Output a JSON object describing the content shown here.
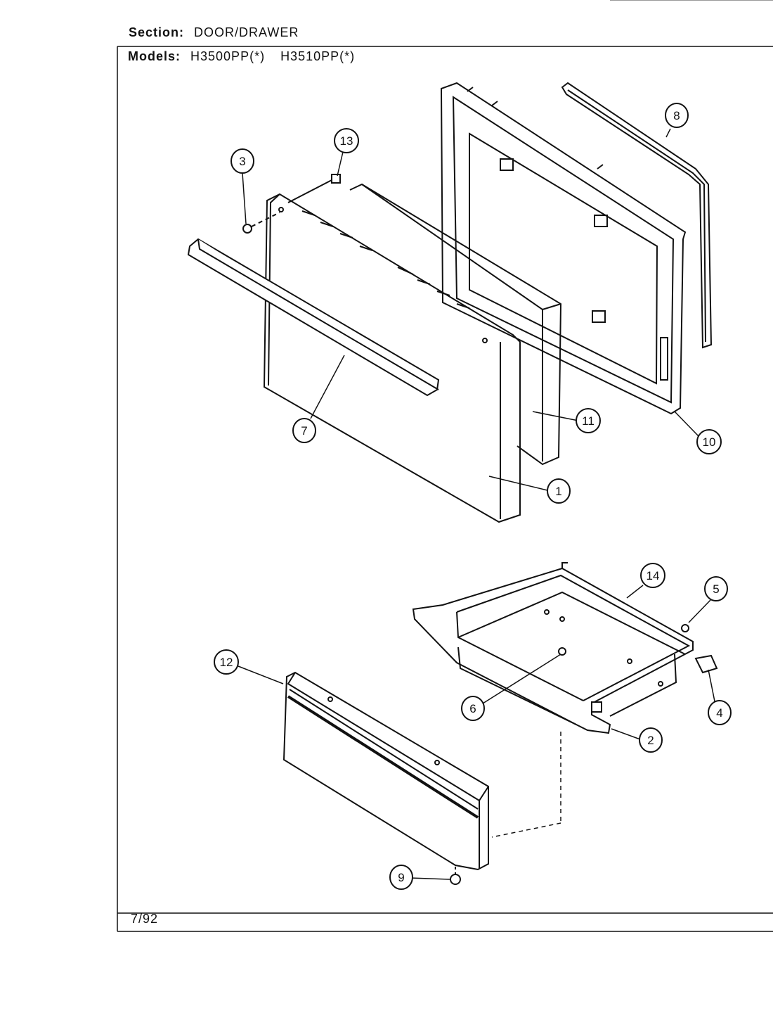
{
  "header": {
    "section_label": "Section:",
    "section_value": "DOOR/DRAWER",
    "models_label": "Models:",
    "models": [
      "H3500PP(*)",
      "H3510PP(*)"
    ]
  },
  "callouts": [
    "1",
    "2",
    "3",
    "4",
    "5",
    "6",
    "7",
    "8",
    "9",
    "10",
    "11",
    "12",
    "13",
    "14"
  ],
  "footer": {
    "date": "7/92"
  }
}
